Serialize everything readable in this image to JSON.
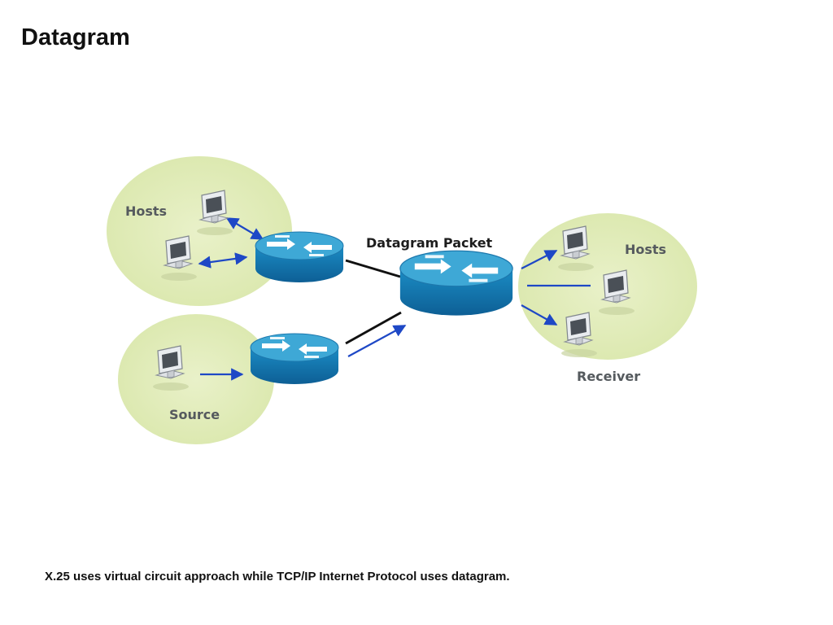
{
  "slide": {
    "title": "Datagram",
    "footnote": "X.25 uses virtual circuit approach while TCP/IP Internet Protocol uses datagram."
  },
  "diagram": {
    "packet_label": "Datagram Packet",
    "hosts_left_label": "Hosts",
    "hosts_right_label": "Hosts",
    "source_label": "Source",
    "receiver_label": "Receiver"
  },
  "colors": {
    "zone_fill": "#e3edbf",
    "router_top": "#3aa6d3",
    "router_side": "#1279b2",
    "arrow_blue": "#1e48c6",
    "link_black": "#111111"
  },
  "icons": [
    "desktop-computer-icon",
    "router-icon"
  ]
}
